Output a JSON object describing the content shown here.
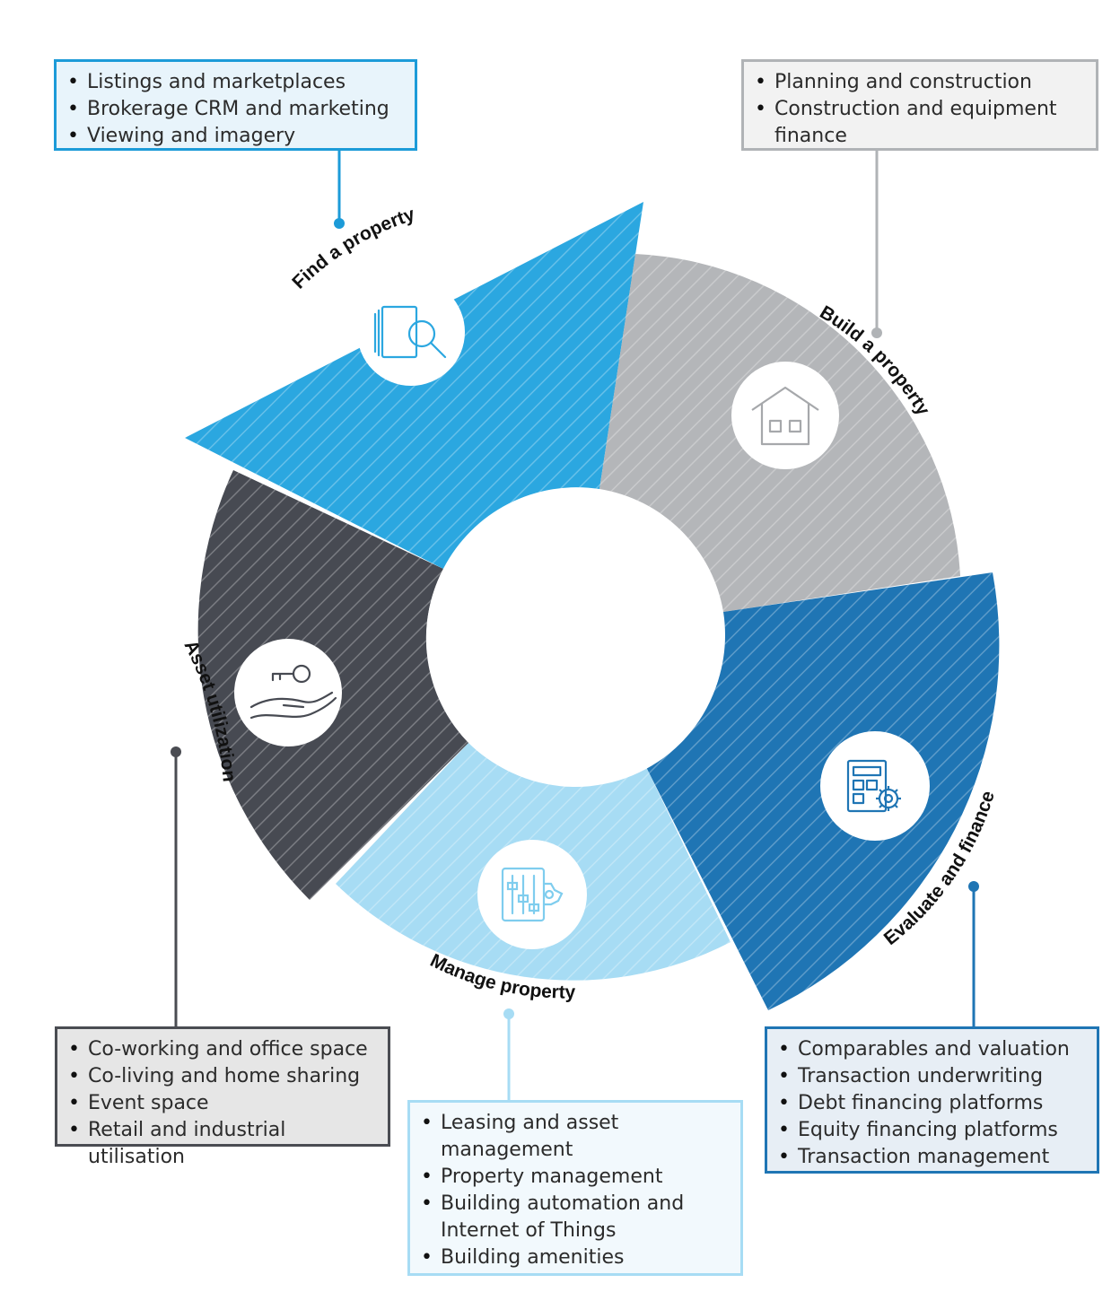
{
  "segments": {
    "find": {
      "label": "Find a property",
      "color": "#2ba7e0"
    },
    "build": {
      "label": "Build a property",
      "color": "#b4b6b9"
    },
    "eval": {
      "label": "Evaluate and finance",
      "color": "#1f75b4"
    },
    "manage": {
      "label": "Manage property",
      "color": "#a7dcf4"
    },
    "asset": {
      "label": "Asset utilization",
      "color": "#474a52"
    }
  },
  "boxes": {
    "find": {
      "items": [
        "Listings and marketplaces",
        "Brokerage CRM and marketing",
        "Viewing and imagery"
      ]
    },
    "build": {
      "items": [
        "Planning and construction",
        "Construction and equipment finance"
      ]
    },
    "eval": {
      "items": [
        "Comparables and valuation",
        "Transaction underwriting",
        "Debt financing platforms",
        "Equity financing platforms",
        "Transaction management"
      ]
    },
    "manage": {
      "items": [
        "Leasing and asset management",
        "Property management",
        "Building automation and Internet of Things",
        "Building amenities"
      ]
    },
    "asset": {
      "items": [
        "Co-working and office space",
        "Co-living and home sharing",
        "Event space",
        "Retail and industrial utilisation"
      ]
    }
  },
  "icons": {
    "find": "document-search-icon",
    "build": "house-icon",
    "eval": "calculator-gear-icon",
    "manage": "control-panel-gear-icon",
    "asset": "hand-key-icon"
  }
}
